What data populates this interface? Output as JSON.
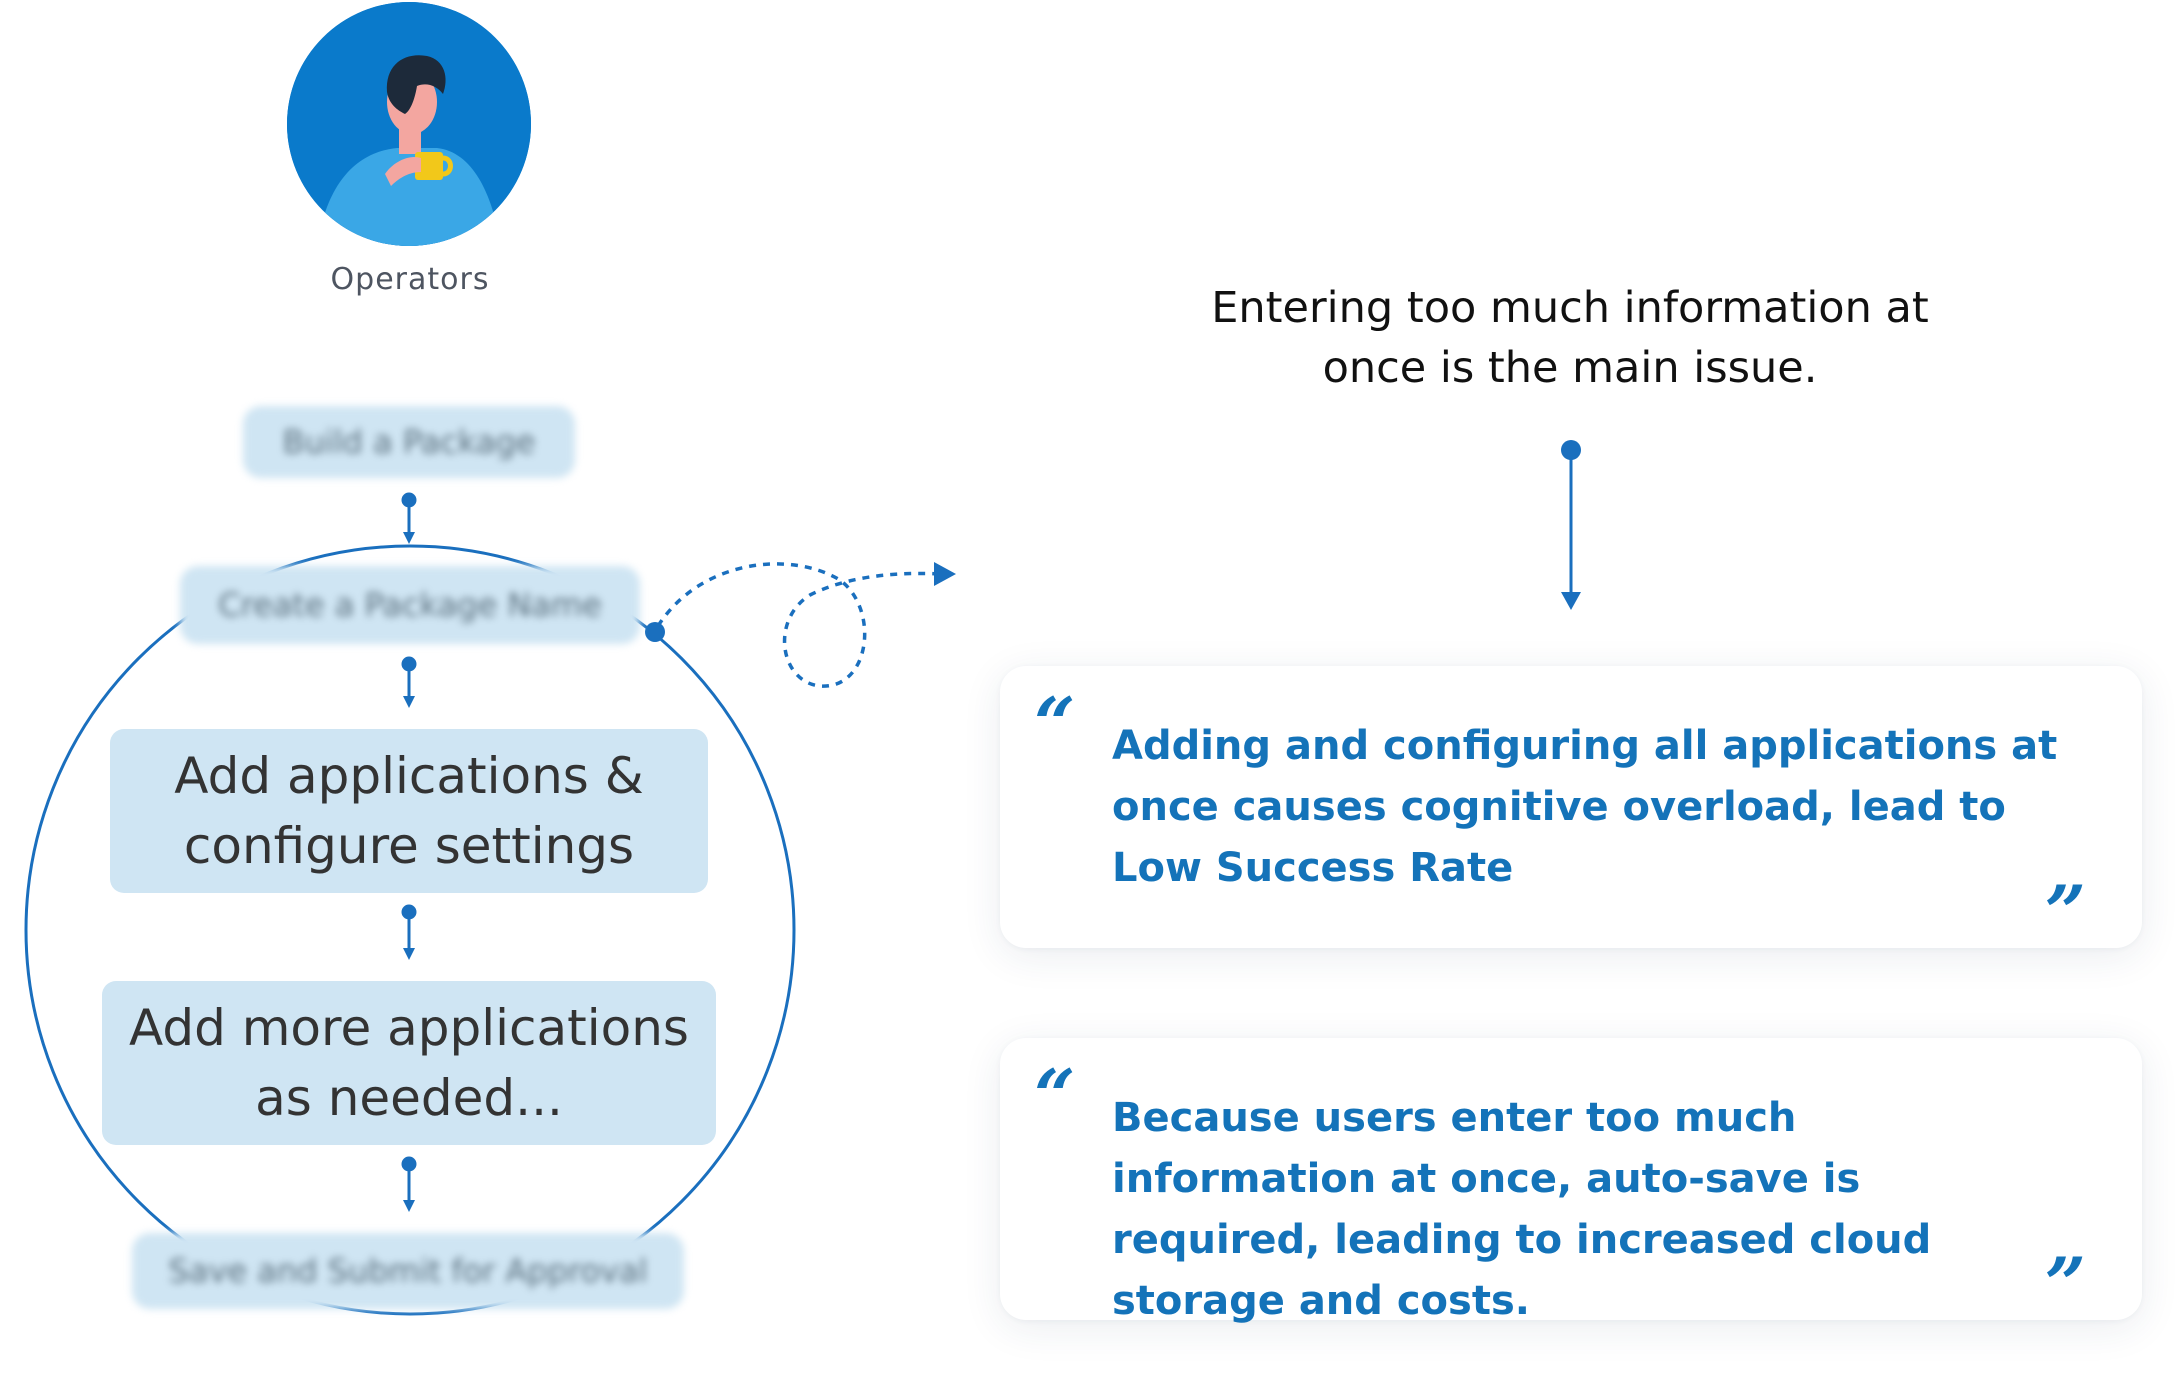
{
  "persona": {
    "label": "Operators",
    "icon": "person-drinking-coffee-icon",
    "avatar_bg": "#0a7acb"
  },
  "flow": {
    "steps": [
      {
        "label": "Build a Package",
        "state": "blurred"
      },
      {
        "label": "Create a Package Name",
        "state": "blurred"
      },
      {
        "label": "Add applications & configure settings",
        "state": "focused"
      },
      {
        "label": "Add more applications as needed...",
        "state": "focused"
      },
      {
        "label": "Save and Submit for Approval",
        "state": "blurred"
      }
    ],
    "accent_color": "#1a6fbe",
    "step_bg": "#cfe5f3"
  },
  "insight": {
    "title": "Entering too much information at once is the main issue.",
    "quotes": [
      {
        "text": "Adding and configuring all applications at once causes cognitive overload, lead to Low Success Rate",
        "open_mark": "“",
        "close_mark": "”"
      },
      {
        "text": "Because users enter too much information at once, auto-save is required, leading to increased cloud storage and costs.",
        "open_mark": "“",
        "close_mark": "”"
      }
    ],
    "quote_color": "#1473b9"
  }
}
